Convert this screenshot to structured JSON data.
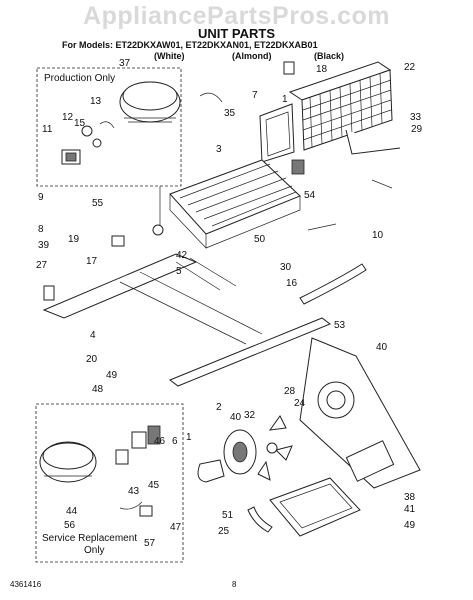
{
  "watermark": "AppliancePartsPros.com",
  "header": {
    "title": "UNIT PARTS",
    "models_line": "For Models: ET22DKXAW01, ET22DKXAN01, ET22DKXAB01",
    "color_white": "(White)",
    "color_almond": "(Almond)",
    "color_black": "(Black)"
  },
  "boxes": {
    "production": "Production Only",
    "service_line1": "Service Replacement",
    "service_line2": "Only"
  },
  "footer": {
    "doc_number": "4361416",
    "page_number": "8"
  },
  "callouts": [
    "37",
    "18",
    "22",
    "13",
    "7",
    "15",
    "35",
    "29",
    "12",
    "11",
    "3",
    "33",
    "1",
    "54",
    "9",
    "55",
    "8",
    "10",
    "19",
    "17",
    "50",
    "42",
    "39",
    "5",
    "30",
    "27",
    "16",
    "53",
    "40",
    "4",
    "20",
    "49",
    "48",
    "28",
    "2",
    "40",
    "32",
    "24",
    "1",
    "6",
    "46",
    "45",
    "43",
    "44",
    "56",
    "47",
    "57",
    "38",
    "41",
    "49",
    "25",
    "51",
    "49"
  ]
}
